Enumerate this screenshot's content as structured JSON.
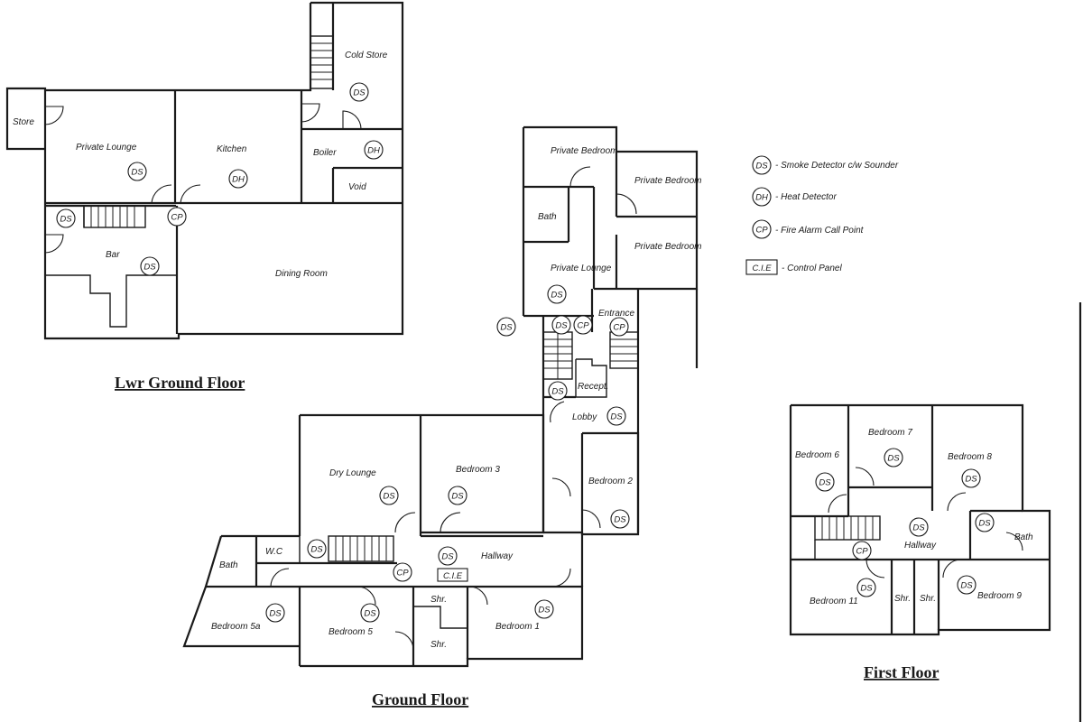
{
  "floors": {
    "lower_ground": {
      "title": "Lwr Ground Floor",
      "rooms": {
        "store": "Store",
        "private_lounge": "Private Lounge",
        "kitchen": "Kitchen",
        "cold_store": "Cold Store",
        "boiler": "Boiler",
        "void": "Void",
        "bar": "Bar",
        "dining_room": "Dining Room"
      }
    },
    "ground": {
      "title": "Ground Floor",
      "rooms": {
        "private_bedroom_a": "Private Bedroom",
        "private_bedroom_b": "Private Bedroom",
        "private_bedroom_c": "Private Bedroom",
        "bath_upper": "Bath",
        "private_lounge": "Private Lounge",
        "entrance": "Entrance",
        "recept": "Recept.",
        "lobby": "Lobby",
        "dry_lounge": "Dry Lounge",
        "bedroom_3": "Bedroom 3",
        "bedroom_2": "Bedroom 2",
        "bath": "Bath",
        "wc": "W.C",
        "hallway": "Hallway",
        "bedroom_5a": "Bedroom 5a",
        "bedroom_5": "Bedroom 5",
        "shr_1": "Shr.",
        "shr_2": "Shr.",
        "bedroom_1": "Bedroom 1"
      }
    },
    "first": {
      "title": "First Floor",
      "rooms": {
        "bedroom_6": "Bedroom 6",
        "bedroom_7": "Bedroom 7",
        "bedroom_8": "Bedroom 8",
        "hallway": "Hallway",
        "bath": "Bath",
        "bedroom_11": "Bedroom 11",
        "shr_1": "Shr.",
        "shr_2": "Shr.",
        "bedroom_9": "Bedroom 9"
      }
    }
  },
  "symbols": {
    "ds": "DS",
    "dh": "DH",
    "cp": "CP",
    "cie": "C.I.E"
  },
  "legend": {
    "ds_desc": "- Smoke Detector c/w Sounder",
    "dh_desc": "- Heat Detector",
    "cp_desc": "- Fire Alarm Call Point",
    "cie_desc": "- Control Panel"
  }
}
